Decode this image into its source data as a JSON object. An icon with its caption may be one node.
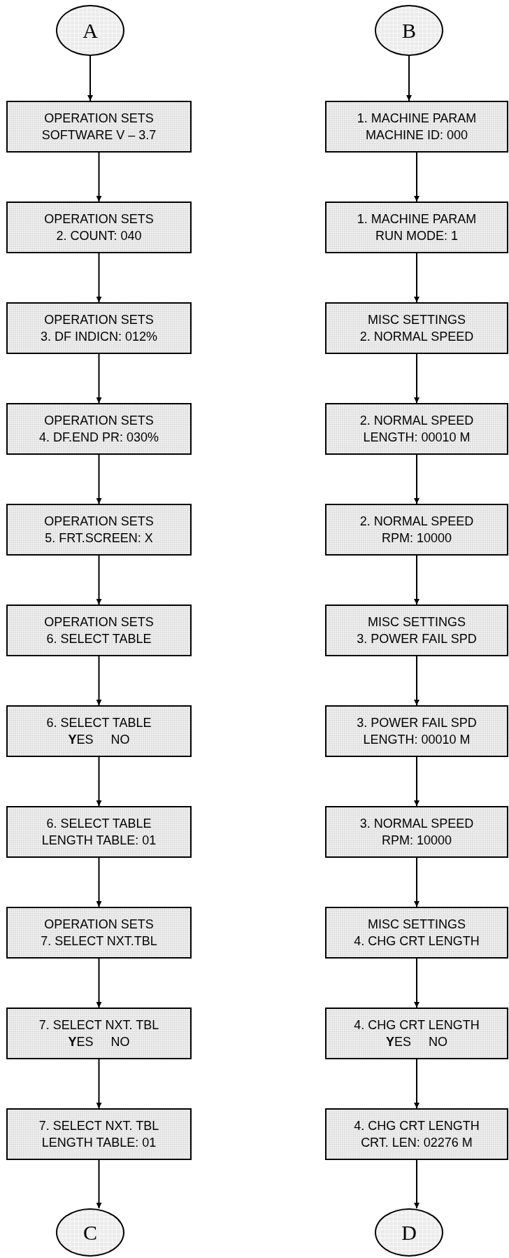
{
  "diagram": {
    "nodes": [
      {
        "text": [
          "A"
        ]
      },
      {
        "text": [
          "OPERATION SETS",
          "SOFTWARE V – 3.7"
        ]
      },
      {
        "text": [
          "OPERATION SETS",
          "2. COUNT: 040"
        ]
      },
      {
        "text": [
          "OPERATION SETS",
          "3. DF INDICN: 012%"
        ]
      },
      {
        "text": [
          "OPERATION SETS",
          "4. DF.END PR: 030%"
        ]
      },
      {
        "text": [
          "OPERATION SETS",
          "5. FRT.SCREEN: X"
        ]
      },
      {
        "text": [
          "OPERATION SETS",
          "6. SELECT TABLE"
        ]
      },
      {
        "text": [
          "6. SELECT TABLE",
          "**Y**ES     NO"
        ]
      },
      {
        "text": [
          "6. SELECT TABLE",
          "LENGTH TABLE: 01"
        ]
      },
      {
        "text": [
          "OPERATION SETS",
          "7. SELECT NXT.TBL"
        ]
      },
      {
        "text": [
          "7. SELECT NXT. TBL",
          "**Y**ES     NO"
        ]
      },
      {
        "text": [
          "7. SELECT NXT. TBL",
          "LENGTH TABLE: 01"
        ]
      },
      {
        "text": [
          "C"
        ]
      },
      {
        "text": [
          "B"
        ]
      },
      {
        "text": [
          "1. MACHINE PARAM",
          "MACHINE ID: 000"
        ]
      },
      {
        "text": [
          "1. MACHINE PARAM",
          "RUN MODE: 1"
        ]
      },
      {
        "text": [
          "MISC SETTINGS",
          "2. NORMAL SPEED"
        ]
      },
      {
        "text": [
          "2. NORMAL SPEED",
          "LENGTH: 00010 M"
        ]
      },
      {
        "text": [
          "2. NORMAL SPEED",
          "RPM: 10000"
        ]
      },
      {
        "text": [
          "MISC SETTINGS",
          "3. POWER FAIL SPD"
        ]
      },
      {
        "text": [
          "3. POWER FAIL SPD",
          "LENGTH: 00010 M"
        ]
      },
      {
        "text": [
          "3. NORMAL SPEED",
          "RPM: 10000"
        ]
      },
      {
        "text": [
          "MISC SETTINGS",
          "4. CHG CRT LENGTH"
        ]
      },
      {
        "text": [
          "4. CHG CRT LENGTH",
          "**Y**ES     NO"
        ]
      },
      {
        "text": [
          "4. CHG CRT LENGTH",
          "CRT. LEN: 02276 M"
        ]
      },
      {
        "text": [
          "D"
        ]
      }
    ],
    "edges": [
      {
        "from": 0,
        "to": 1,
        "arrow": "to"
      },
      {
        "from": 1,
        "to": 2,
        "arrow": "to"
      },
      {
        "from": 2,
        "to": 3,
        "arrow": "to"
      },
      {
        "from": 3,
        "to": 4,
        "arrow": "to"
      },
      {
        "from": 4,
        "to": 5,
        "arrow": "to"
      },
      {
        "from": 5,
        "to": 6,
        "arrow": "to"
      },
      {
        "from": 6,
        "to": 7,
        "arrow": "to"
      },
      {
        "from": 7,
        "to": 8,
        "arrow": "to"
      },
      {
        "from": 8,
        "to": 9,
        "arrow": "to"
      },
      {
        "from": 9,
        "to": 10,
        "arrow": "to"
      },
      {
        "from": 10,
        "to": 11,
        "arrow": "to"
      },
      {
        "from": 11,
        "to": 12,
        "arrow": "to"
      },
      {
        "from": 13,
        "to": 14,
        "arrow": "to"
      },
      {
        "from": 14,
        "to": 15,
        "arrow": "to"
      },
      {
        "from": 15,
        "to": 16,
        "arrow": "to"
      },
      {
        "from": 16,
        "to": 17,
        "arrow": "to"
      },
      {
        "from": 17,
        "to": 18,
        "arrow": "to"
      },
      {
        "from": 18,
        "to": 19,
        "arrow": "to"
      },
      {
        "from": 19,
        "to": 20,
        "arrow": "to"
      },
      {
        "from": 20,
        "to": 21,
        "arrow": "to"
      },
      {
        "from": 21,
        "to": 22,
        "arrow": "to"
      },
      {
        "from": 22,
        "to": 23,
        "arrow": "to"
      },
      {
        "from": 23,
        "to": 24,
        "arrow": "to"
      },
      {
        "from": 24,
        "to": 25,
        "arrow": "to"
      }
    ]
  }
}
